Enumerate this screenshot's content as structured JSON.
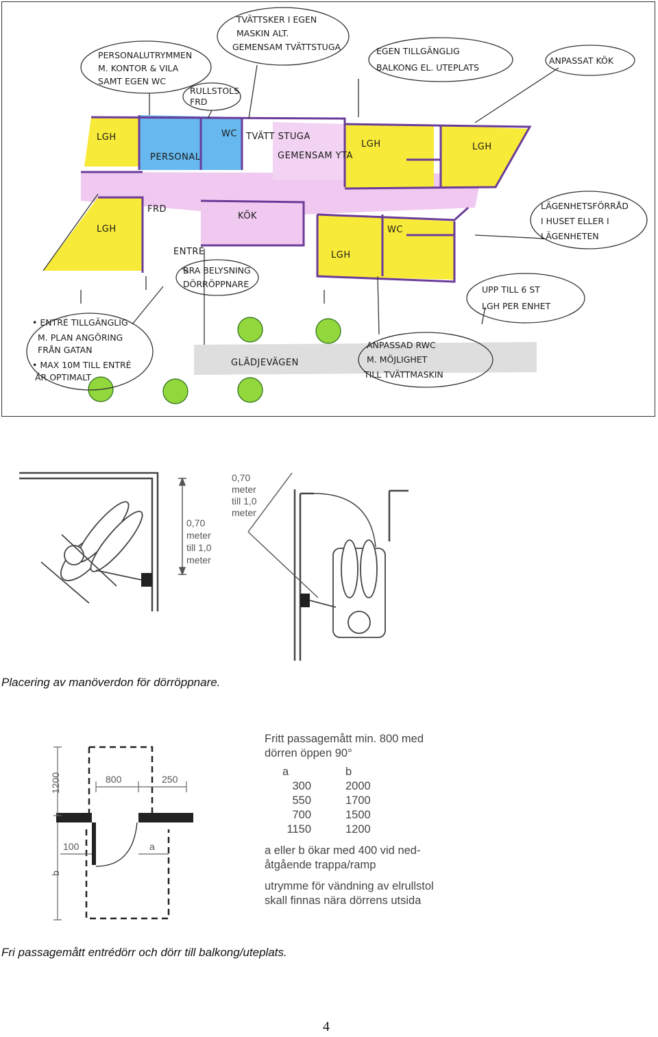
{
  "sketch": {
    "rooms": {
      "lgh_top_left": "LGH",
      "lgh_bottom_left": "LGH",
      "lgh_top_middle": "LGH",
      "lgh_top_right": "LGH",
      "lgh_bottom_right": "LGH",
      "personal": "PERSONAL",
      "wc_top": "WC",
      "tvatt": "TVÄTT STUGA",
      "gemensam": "GEMENSAM YTA",
      "frd": "FRD",
      "kok": "KÖK",
      "entre": "ENTRÉ",
      "wc_bottom": "WC",
      "street": "GLÄDJEVÄGEN"
    },
    "callouts": {
      "personal": [
        "PERSONALUTRYMMEN",
        "M. KONTOR & VILA",
        "SAMT EGEN WC"
      ],
      "rullstol": [
        "RULLSTOLS",
        "FRD"
      ],
      "tvatt": [
        "TVÄTTSKER I EGEN",
        "MASKIN ALT.",
        "GEMENSAM TVÄTTSTUGA"
      ],
      "balkong": [
        "EGEN TILLGÄNGLIG",
        "BALKONG EL. UTEPLATS"
      ],
      "kok": [
        "ANPASSAT KÖK"
      ],
      "forrad": [
        "LÄGENHETSFÖRRÅD",
        "I HUSET ELLER I",
        "LÄGENHETEN"
      ],
      "belysning": [
        "BRA BELYSNING",
        "DÖRRÖPPNARE"
      ],
      "upp": [
        "UPP TILL 6 ST",
        "LGH PER ENHET"
      ],
      "entre": [
        "• ENTRÉ TILLGÄNGLIG",
        "M. PLAN ANGÖRING",
        "FRÅN GATAN",
        "• MAX 10M TILL ENTRÉ",
        "ÄR OPTIMALT"
      ],
      "rwc": [
        "ANPASSAD RWC",
        "M. MÖJLIGHET",
        "TILL TVÄTTMASKIN"
      ]
    }
  },
  "figure1": {
    "left_dim": [
      "0,70",
      "meter",
      "till 1,0",
      "meter"
    ],
    "right_dim": [
      "0,70",
      "meter",
      "till 1,0",
      "meter"
    ],
    "caption": "Placering av manöverdon för dörröppnare."
  },
  "figure2": {
    "dim_1200": "1200",
    "dim_800": "800",
    "dim_250": "250",
    "dim_100": "100",
    "dim_a": "a",
    "dim_b": "b",
    "spec_title": "Fritt passagemått min. 800 med dörren öppen 90°",
    "col_a": "a",
    "col_b": "b",
    "rows": [
      {
        "a": "300",
        "b": "2000"
      },
      {
        "a": "550",
        "b": "1700"
      },
      {
        "a": "700",
        "b": "1500"
      },
      {
        "a": "1150",
        "b": "1200"
      }
    ],
    "note1": "a eller b ökar med 400 vid ned-åtgående trappa/ramp",
    "note2": "utrymme för vändning av elrullstol skall finnas nära dörrens utsida",
    "caption": "Fri passagemått entrédörr och dörr till balkong/uteplats."
  },
  "page_number": "4",
  "colors": {
    "apartment": "#f8ea38",
    "common": "#efc9ef",
    "staff": "#62b6ec",
    "tree": "#8fd93a",
    "road": "#dcdcdc"
  }
}
